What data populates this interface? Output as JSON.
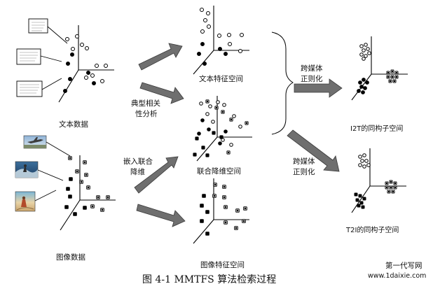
{
  "labels": {
    "text_data": "文本数据",
    "image_data": "图像数据",
    "cca_line1": "典型相关",
    "cca_line2": "性分析",
    "embed_line1": "嵌入联合",
    "embed_line2": "降维",
    "text_space": "文本特征空间",
    "joint_space": "联合降维空间",
    "image_space": "图像特征空间",
    "cross_top_line1": "跨媒体",
    "cross_top_line2": "正则化",
    "cross_bottom_line1": "跨媒体",
    "cross_bottom_line2": "正则化",
    "i2t_space": "I2T的同构子空间",
    "t2i_space": "T2I的同构子空间",
    "caption": "图 4-1 MMTFS 算法检索过程",
    "watermark_line1": "第一代写网",
    "watermark_line2": "www.1daixie.com"
  },
  "colors": {
    "axis": "#000000",
    "arrow_fill": "#6f6f6f",
    "point_filled": "#000000",
    "point_hollow": "#ffffff"
  },
  "icons": {
    "text_doc": "text-document-icon",
    "photo_aircraft": "aircraft-photo-icon",
    "photo_surf": "surfer-photo-icon",
    "photo_beach": "beach-photo-icon"
  },
  "glyph_kinds": {
    "text_points": "circle",
    "image_points": "square"
  }
}
